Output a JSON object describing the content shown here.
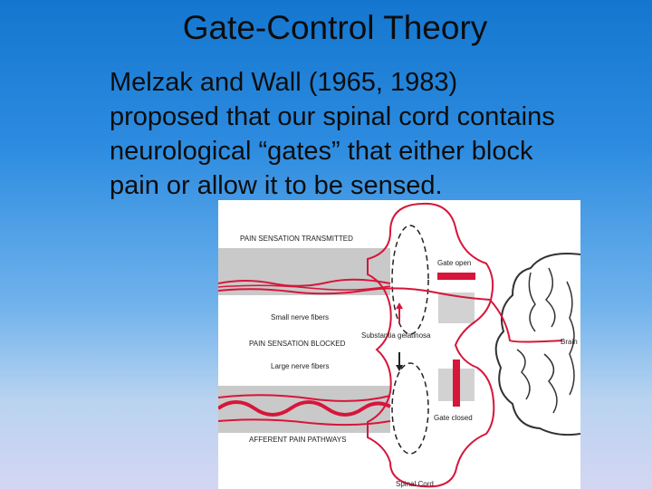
{
  "slide": {
    "title": "Gate-Control Theory",
    "body_lines": [
      "Melzak and Wall (1965, 1983)",
      "proposed that our spinal cord contains",
      "neurological “gates” that either block",
      "pain or allow it to be sensed."
    ]
  },
  "diagram": {
    "labels": {
      "pain_transmitted": "PAIN SENSATION TRANSMITTED",
      "gate_open": "Gate open",
      "small_fibers": "Small nerve fibers",
      "substantia": "Substantia gelatinosa",
      "pain_blocked": "PAIN SENSATION BLOCKED",
      "large_fibers": "Large nerve fibers",
      "brain": "Brain",
      "gate_closed": "Gate closed",
      "afferent": "AFFERENT PAIN PATHWAYS",
      "spinal_cord": "Spinal Cord"
    },
    "colors": {
      "nerve": "#d6163a",
      "tract": "#c8c8c8",
      "brain_outline": "#333333"
    }
  }
}
